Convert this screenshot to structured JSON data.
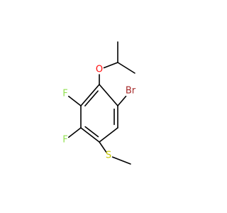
{
  "molecule": {
    "atoms": [
      {
        "id": "c1",
        "label": "",
        "color": "#000000"
      },
      {
        "id": "c2",
        "label": "",
        "color": "#000000"
      },
      {
        "id": "c3",
        "label": "",
        "color": "#000000"
      },
      {
        "id": "c4",
        "label": "",
        "color": "#000000"
      },
      {
        "id": "c5",
        "label": "",
        "color": "#000000"
      },
      {
        "id": "c6",
        "label": "",
        "color": "#000000"
      },
      {
        "id": "o",
        "label": "O",
        "color": "#ff0d0d"
      },
      {
        "id": "ch",
        "label": "",
        "color": "#000000"
      },
      {
        "id": "me1",
        "label": "",
        "color": "#000000"
      },
      {
        "id": "me2",
        "label": "",
        "color": "#000000"
      },
      {
        "id": "br",
        "label": "Br",
        "color": "#a62929"
      },
      {
        "id": "f1",
        "label": "F",
        "color": "#90e050"
      },
      {
        "id": "f2",
        "label": "F",
        "color": "#90e050"
      },
      {
        "id": "s",
        "label": "S",
        "color": "#c6c600"
      },
      {
        "id": "sme",
        "label": "",
        "color": "#000000"
      }
    ],
    "bonds": [
      {
        "from": "c1",
        "to": "c2",
        "order": 2
      },
      {
        "from": "c2",
        "to": "c3",
        "order": 1
      },
      {
        "from": "c3",
        "to": "c4",
        "order": 2
      },
      {
        "from": "c4",
        "to": "c5",
        "order": 1
      },
      {
        "from": "c5",
        "to": "c6",
        "order": 2
      },
      {
        "from": "c6",
        "to": "c1",
        "order": 1
      },
      {
        "from": "c1",
        "to": "o",
        "order": 1
      },
      {
        "from": "o",
        "to": "ch",
        "order": 1
      },
      {
        "from": "ch",
        "to": "me1",
        "order": 1
      },
      {
        "from": "ch",
        "to": "me2",
        "order": 1
      },
      {
        "from": "c6",
        "to": "br",
        "order": 1
      },
      {
        "from": "c2",
        "to": "f1",
        "order": 1
      },
      {
        "from": "c3",
        "to": "f2",
        "order": 1
      },
      {
        "from": "c4",
        "to": "s",
        "order": 1
      },
      {
        "from": "s",
        "to": "sme",
        "order": 1
      }
    ]
  }
}
